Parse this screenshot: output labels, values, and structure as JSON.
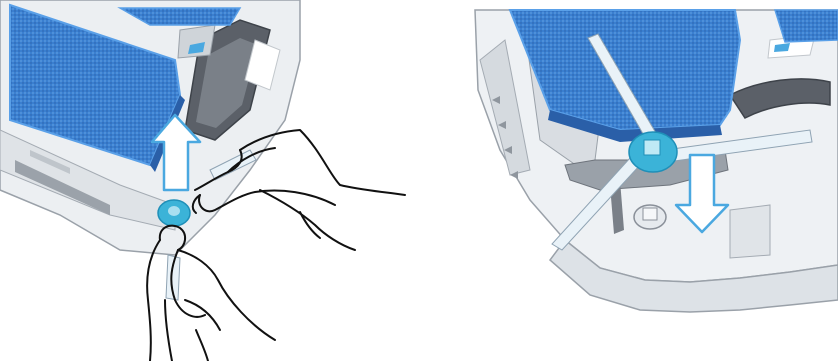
{
  "figure": {
    "panels": [
      {
        "step": "remove-side-brush",
        "arrow_direction": "up",
        "icons": [
          "robot-underside",
          "mop-pad",
          "side-brush-hub",
          "up-arrow-icon",
          "hand-icon"
        ]
      },
      {
        "step": "install-side-brush",
        "arrow_direction": "down",
        "icons": [
          "robot-underside",
          "mop-pad",
          "side-brush",
          "down-arrow-icon",
          "brush-shaft"
        ]
      }
    ],
    "colors": {
      "pad_blue": "#3a7fd0",
      "pad_blue_dark": "#2a5fa8",
      "hub_cyan": "#3bb3d8",
      "arrow_fill": "#ffffff",
      "arrow_stroke": "#4aa8e0",
      "body_grey": "#e8ebee",
      "outline": "#8a9099"
    }
  }
}
